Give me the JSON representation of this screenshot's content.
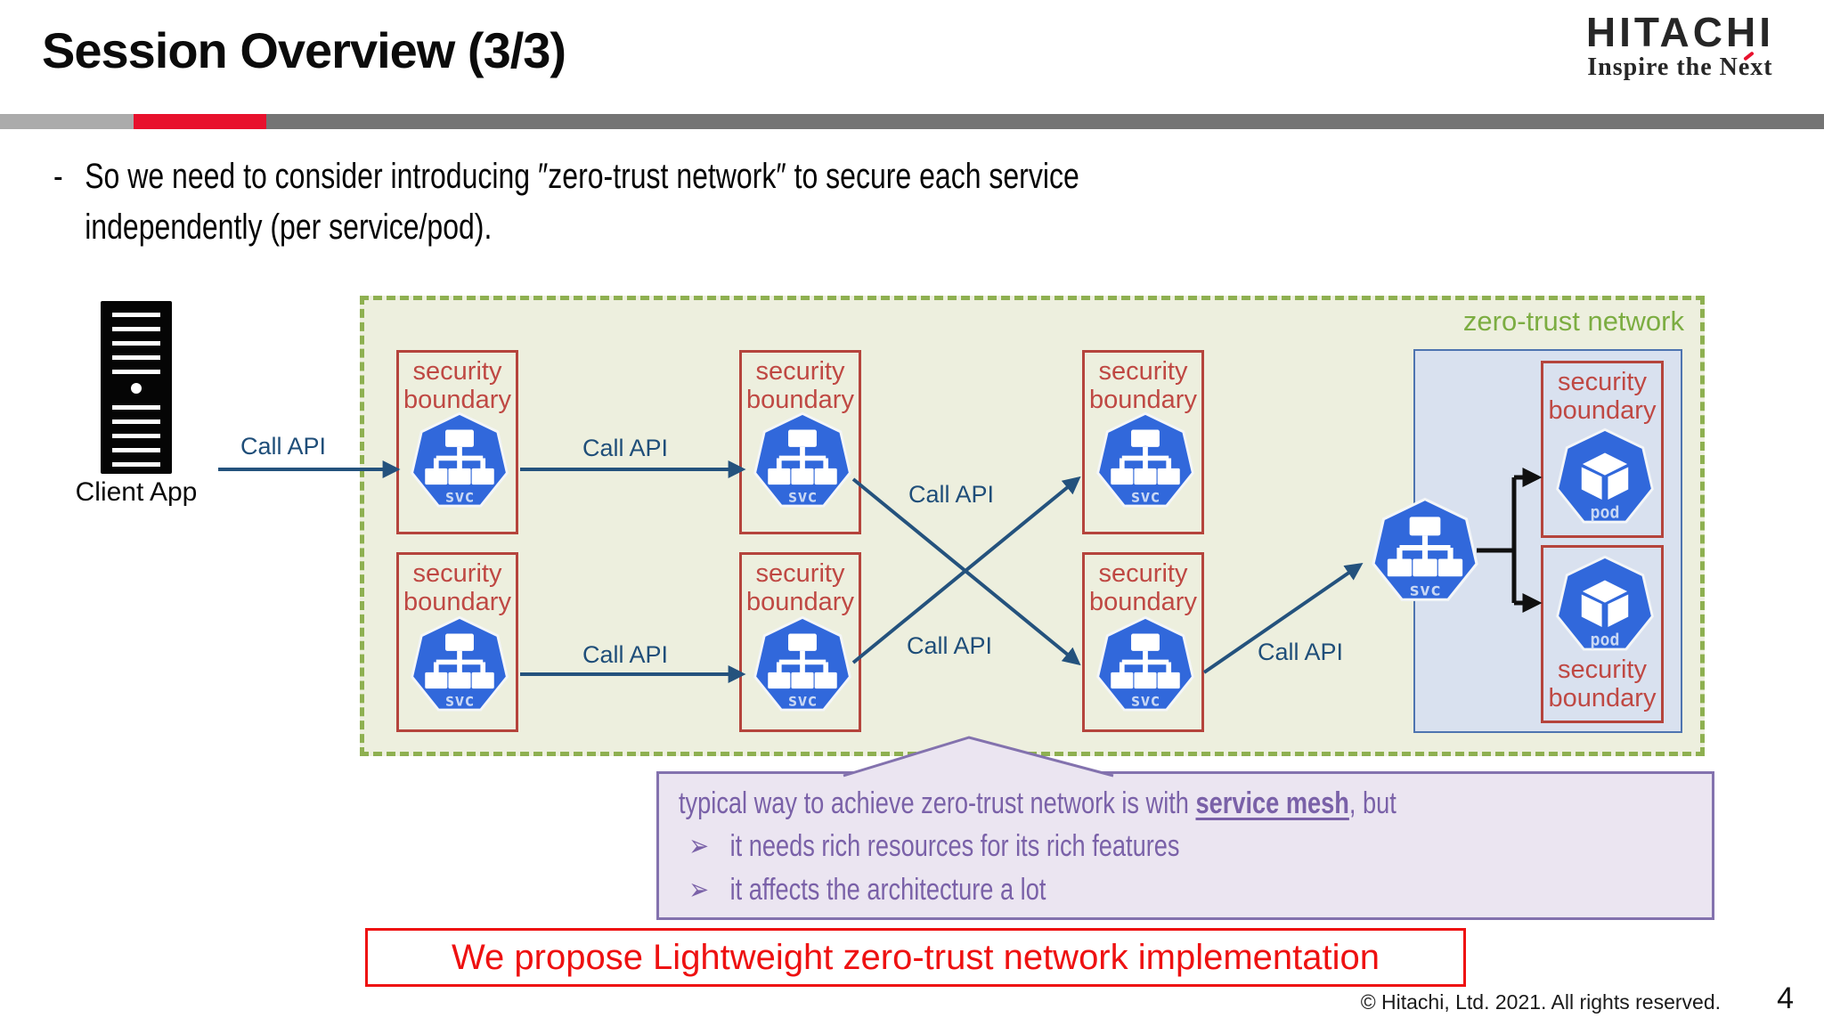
{
  "slide": {
    "title": "Session Overview (3/3)"
  },
  "logo": {
    "brand": "HITACHI",
    "tagline": "Inspire the Next"
  },
  "bullet": {
    "marker": "-",
    "line1": "So we need to consider introducing ″zero-trust network″ to secure each service",
    "line2": "independently (per service/pod)."
  },
  "diagram": {
    "zone_label": "zero-trust network",
    "client_label": "Client App",
    "call_api_label": "Call API",
    "security_boundary_label": "security boundary",
    "svc_label": "svc",
    "pod_label": "pod"
  },
  "callout": {
    "line1_prefix": "typical way to achieve zero-trust network is with ",
    "line1_emphasis": "service mesh",
    "line1_suffix": ", but",
    "bullet_marker": "➢",
    "bullets": [
      "it needs rich resources for its rich features",
      "it affects the architecture a lot"
    ]
  },
  "proposal": {
    "text": "We propose Lightweight zero-trust network implementation"
  },
  "footer": {
    "copyright": "© Hitachi, Ltd. 2021. All rights reserved.",
    "page_number": "4"
  },
  "colors": {
    "bar_light": "#ABABAB",
    "bar_dark": "#747474",
    "accent_red": "#E8112D",
    "zone_bg": "#EDEFDE",
    "zone_border": "#8EB050",
    "zone_label_green": "#7CAD42",
    "boundary_red": "#B5443C",
    "boundary_text_red": "#BF4843",
    "k8s_blue": "#3168DB",
    "arrow_blue": "#24527D",
    "callapi_blue": "#1F4E79",
    "panel_fill": "#D9E1EF",
    "panel_border": "#4E74B0",
    "callout_bg": "#EBE5F1",
    "callout_border": "#8372AE",
    "callout_text": "#7A61A8",
    "proposal_red": "#EE1111",
    "icon_label_blue": "#C9D8F4"
  }
}
